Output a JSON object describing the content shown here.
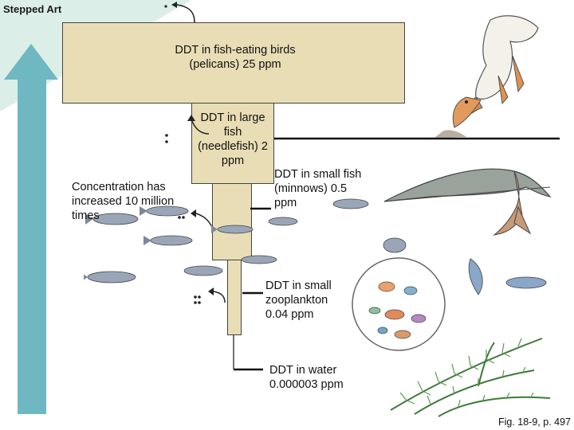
{
  "header": {
    "label": "Stepped Art"
  },
  "levels": [
    {
      "id": "pelicans",
      "text": "DDT in fish-eating birds (pelicans) 25 ppm"
    },
    {
      "id": "needlefish",
      "text": "DDT in large fish (needlefish) 2 ppm"
    },
    {
      "id": "minnows",
      "text": "DDT in small fish (minnows) 0.5 ppm"
    },
    {
      "id": "zooplankton",
      "text": "DDT in small zooplankton 0.04 ppm"
    },
    {
      "id": "water",
      "text": "DDT in water 0.000003 ppm"
    }
  ],
  "side_note": "Concentration has increased 10 million times",
  "footer": {
    "reference": "Fig. 18-9, p. 497"
  },
  "colors": {
    "arrow_teal": "#6fb8c2",
    "background_triangle": "#dceee8",
    "block_fill": "#e8ddb5",
    "block_border": "#444444"
  },
  "icons": [
    "pelican-icon",
    "needlefish-icon",
    "minnow-school-icon",
    "zooplankton-circle-icon",
    "aquatic-plant-icon",
    "curved-arrow-icon"
  ]
}
